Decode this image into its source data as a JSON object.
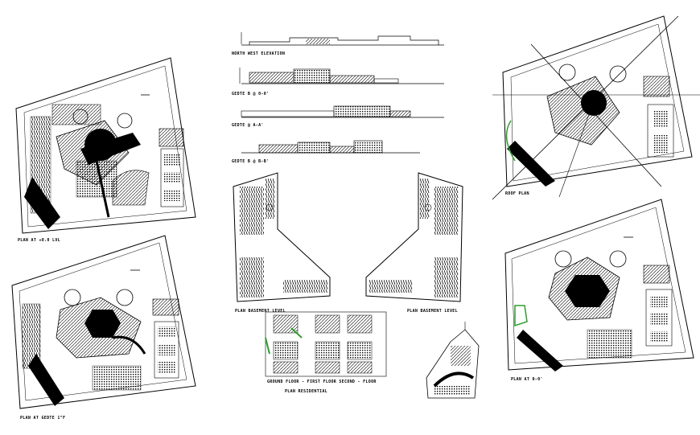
{
  "drawing": {
    "line_color": "#000000",
    "accent_color": "#2e9e2e",
    "background": "#ffffff"
  },
  "labels": {
    "plan_level_1": "PLAN AT +0.0 LVL",
    "plan_gedte": "PLAN AT GEDTE 1\"F",
    "elevation": "NORTH WEST ELEVATION",
    "section_1": "GEDTE B @ 0-0'",
    "section_2": "GEDTE @ A-A'",
    "section_3": "GEDTE B @ B-B'",
    "basement_left": "PLAN BASEMENT LEVEL",
    "basement_right": "PLAN BASEMENT LEVEL",
    "roof_plan": "ROOF PLAN",
    "plan_right_bottom": "PLAN AT 0-0'",
    "residential_caption": "GROUND FLOOR - FIRST FLOOR SECOND - FLOOR",
    "residential_title": "PLAN RESIDENTIAL"
  }
}
